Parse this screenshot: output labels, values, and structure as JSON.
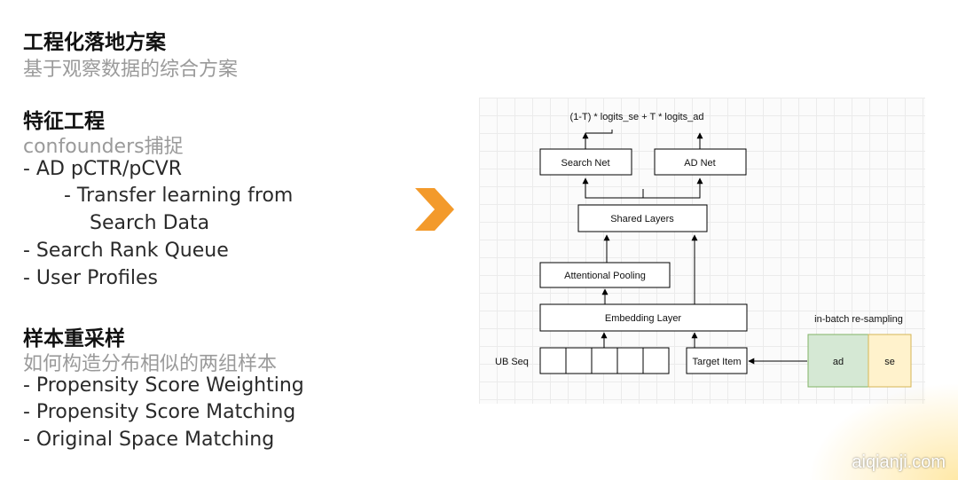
{
  "left": {
    "section1": {
      "title": "工程化落地方案",
      "subtitle": "基于观察数据的综合方案"
    },
    "section2": {
      "title": "特征工程",
      "subtitle": "confounders捕捉",
      "items": [
        "-   AD pCTR/pCVR",
        "-   Transfer learning from",
        "Search Data",
        "-   Search Rank Queue",
        "-   User Profiles"
      ]
    },
    "section3": {
      "title": "样本重采样",
      "subtitle": "如何构造分布相似的两组样本",
      "items": [
        "-   Propensity Score Weighting",
        "-   Propensity Score Matching",
        "-   Original Space Matching"
      ]
    }
  },
  "arrow": {
    "icon": "chevron-right-icon",
    "color": "#f39a2b"
  },
  "diagram": {
    "top_formula": "(1-T) * logits_se +  T * logits_ad",
    "search_net": "Search Net",
    "ad_net": "AD Net",
    "shared_layers": "Shared Layers",
    "attentional_pooling": "Attentional Pooling",
    "embedding_layer": "Embedding Layer",
    "ub_seq": "UB Seq",
    "target_item": "Target Item",
    "resampling_label": "in-batch re-sampling",
    "ad_cell": "ad",
    "se_cell": "se",
    "colors": {
      "ad_fill": "#d5e8d4",
      "ad_stroke": "#82b366",
      "se_fill": "#fff2cc",
      "se_stroke": "#d6b656"
    }
  },
  "watermark": "aiqianji.com"
}
